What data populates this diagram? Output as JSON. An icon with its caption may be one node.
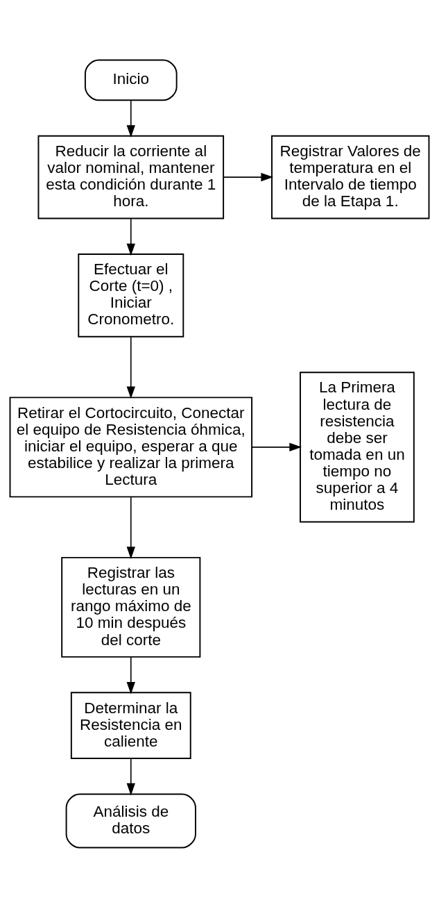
{
  "diagram": {
    "nodes": [
      {
        "text": [
          "Inicio"
        ]
      },
      {
        "text": [
          "Reducir la corriente al valor nominal, mantener esta condición durante 1 hora."
        ]
      },
      {
        "text": [
          "Registrar Valores de temperatura en el Intervalo de tiempo de la Etapa 1."
        ]
      },
      {
        "text": [
          "Efectuar el Corte (t=0) , Iniciar Cronometro."
        ]
      },
      {
        "text": [
          "Retirar el Cortocircuito, Conectar el equipo de Resistencia óhmica, iniciar el equipo, esperar a que estabilice y realizar la primera Lectura"
        ]
      },
      {
        "text": [
          "La Primera lectura de resistencia debe ser tomada en un tiempo no superior a 4 minutos"
        ]
      },
      {
        "text": [
          "Registrar las lecturas en un rango máximo de 10 min después del corte"
        ]
      },
      {
        "text": [
          "Determinar la Resistencia en caliente"
        ]
      },
      {
        "text": [
          "Análisis de datos"
        ]
      }
    ],
    "edges": [
      {
        "from": 0,
        "to": 1,
        "arrow": "to"
      },
      {
        "from": 1,
        "to": 2,
        "arrow": "to"
      },
      {
        "from": 1,
        "to": 3,
        "arrow": "to"
      },
      {
        "from": 3,
        "to": 4,
        "arrow": "to"
      },
      {
        "from": 4,
        "to": 5,
        "arrow": "to"
      },
      {
        "from": 4,
        "to": 6,
        "arrow": "to"
      },
      {
        "from": 6,
        "to": 7,
        "arrow": "to"
      },
      {
        "from": 7,
        "to": 8,
        "arrow": "to"
      }
    ]
  }
}
